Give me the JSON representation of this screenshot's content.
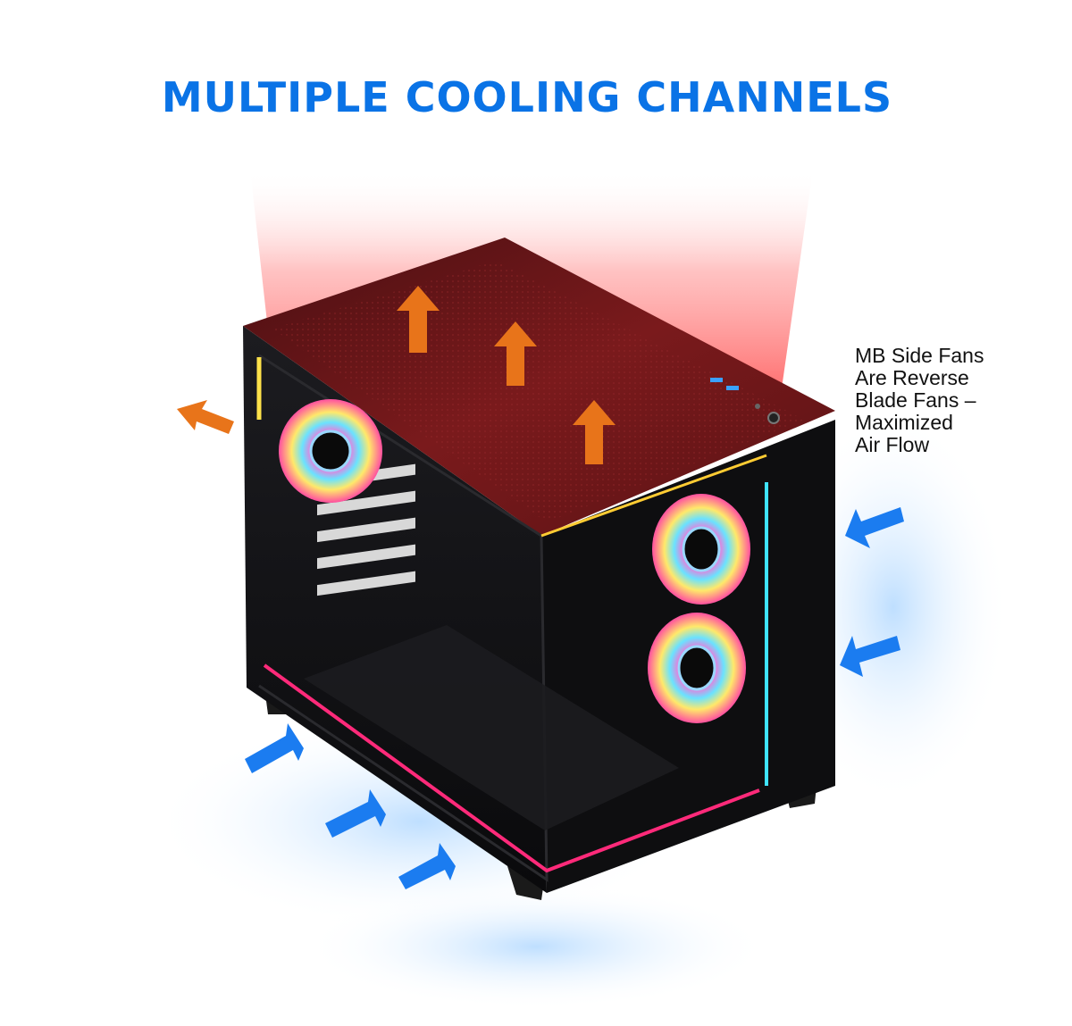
{
  "title": "MULTIPLE COOLING CHANNELS",
  "side_note": {
    "lines": [
      "MB Side Fans",
      "Are Reverse",
      "Blade Fans –",
      "Maximized",
      "Air Flow"
    ]
  },
  "colors": {
    "title": "#0a73e6",
    "intake_arrow": "#1b7cf0",
    "exhaust_arrow": "#e8741a",
    "case_body": "#0d0d0f",
    "rgb_strip": "#ff2a7a",
    "heat_glow": "#ff5a5a",
    "cool_glow": "#bfe0ff"
  },
  "icons": {
    "intake": "arrow-right-icon",
    "exhaust": "arrow-up-icon",
    "fan": "rgb-fan-icon"
  }
}
